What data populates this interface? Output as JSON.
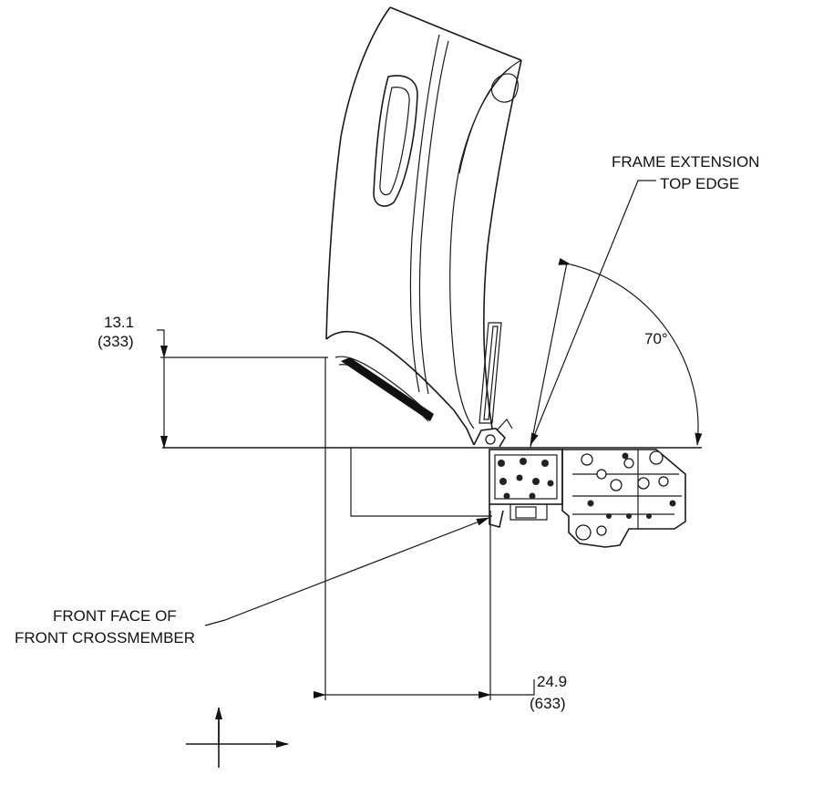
{
  "labels": {
    "frame_extension_line1": "FRAME EXTENSION",
    "frame_extension_line2": "TOP EDGE",
    "angle": "70°",
    "height_in": "13.1",
    "height_mm": "(333)",
    "front_face_line1": "FRONT FACE OF",
    "front_face_line2": "FRONT CROSSMEMBER",
    "setback_in": "24.9",
    "setback_mm": "(633)"
  },
  "dimensions": {
    "tilt_angle_deg": 70,
    "height_in": 13.1,
    "height_mm": 333,
    "setback_in": 24.9,
    "setback_mm": 633
  },
  "colors": {
    "line": "#1a1a1a",
    "background": "#ffffff"
  }
}
